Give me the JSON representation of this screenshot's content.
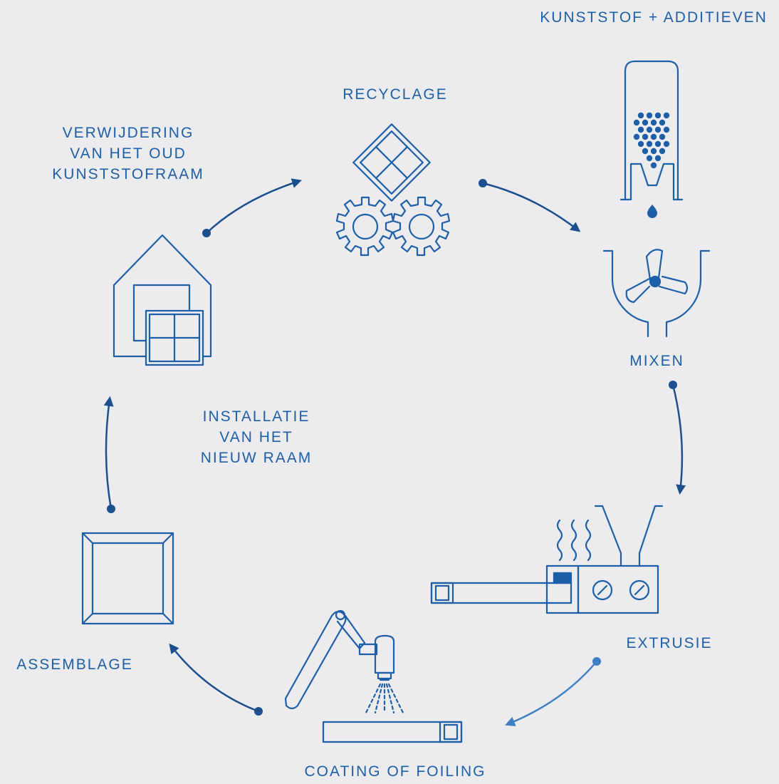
{
  "colors": {
    "background": "#ececee",
    "icon_stroke": "#1d5fa8",
    "label_text": "#1d5fa8",
    "arrow_dark": "#1c4f8e",
    "arrow_light": "#3e7fc4"
  },
  "labels": {
    "raw_material": "KUNSTSTOF + ADDITIEVEN",
    "recycling": "RECYCLAGE",
    "removal": [
      "VERWIJDERING",
      "VAN HET OUD",
      "KUNSTSTOFRAAM"
    ],
    "mixing": "MIXEN",
    "installation": [
      "INSTALLATIE",
      "VAN HET",
      "NIEUW RAAM"
    ],
    "extrusion": "EXTRUSIE",
    "assembly": "ASSEMBLAGE",
    "coating": "COATING OF FOILING"
  },
  "icons": {
    "raw_material": "silo-icon",
    "recycling": "recycle-window-gears-icon",
    "removal": "house-window-icon",
    "mixing": "mixer-tank-icon",
    "extrusion": "extruder-machine-icon",
    "coating": "robot-arm-spray-icon",
    "assembly": "window-frame-icon"
  }
}
